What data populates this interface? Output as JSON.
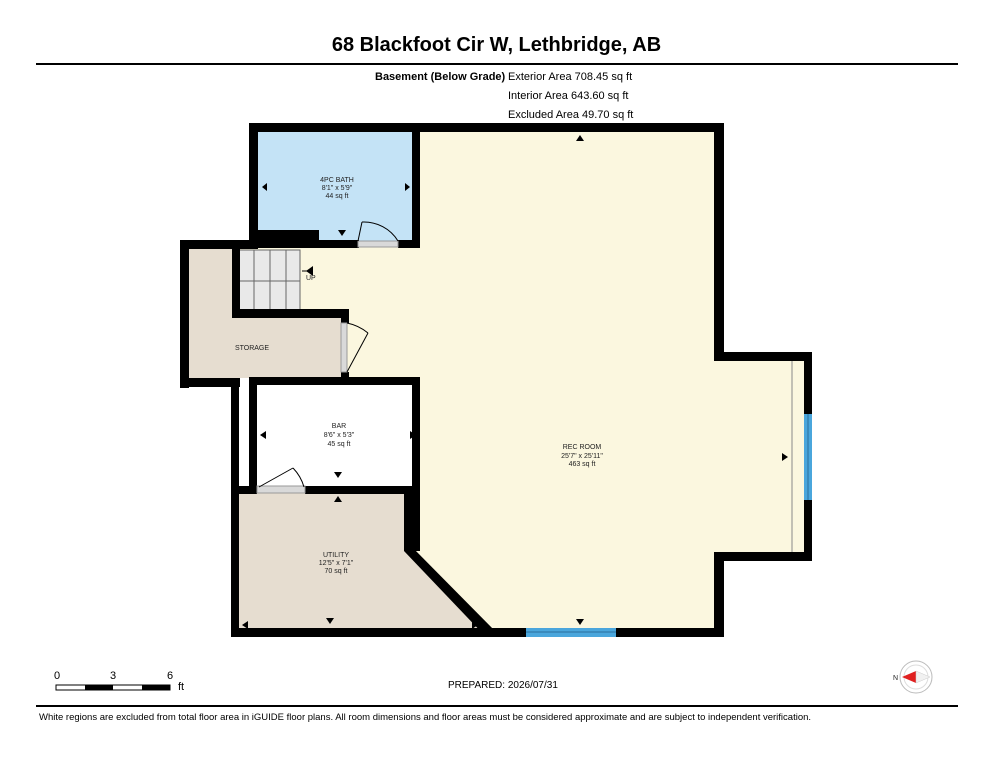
{
  "header": {
    "title": "68 Blackfoot Cir W, Lethbridge, AB"
  },
  "summary": {
    "level": "Basement (Below Grade)",
    "exterior": "Exterior Area 708.45 sq ft",
    "interior": "Interior Area 643.60 sq ft",
    "excluded": "Excluded Area 49.70 sq ft"
  },
  "rooms": {
    "bath": {
      "name": "4PC BATH",
      "dims": "8'1\" x 5'9\"",
      "area": "44 sq ft"
    },
    "storage": {
      "name": "STORAGE"
    },
    "bar": {
      "name": "BAR",
      "dims": "8'6\" x 5'3\"",
      "area": "45 sq ft"
    },
    "rec": {
      "name": "REC ROOM",
      "dims": "25'7\" x 25'11\"",
      "area": "463 sq ft"
    },
    "utility": {
      "name": "UTILITY",
      "dims": "12'5\" x 7'1\"",
      "area": "70 sq ft"
    }
  },
  "stairs": {
    "label": "UP"
  },
  "scale": {
    "tick0": "0",
    "tick1": "3",
    "tick2": "6",
    "unit": "ft"
  },
  "prepared": "PREPARED: 2026/07/31",
  "compass": {
    "label": "N"
  },
  "footer": "White regions are excluded from total floor area in iGUIDE floor plans. All room dimensions and floor areas must be considered approximate and are subject to independent verification.",
  "colors": {
    "rec": "#fbf7df",
    "bath": "#c4e3f6",
    "storage": "#e6ddd0",
    "utility": "#e6ddd0",
    "bar": "#ffffff",
    "wall": "#000000",
    "window": "#4aa6dc"
  }
}
